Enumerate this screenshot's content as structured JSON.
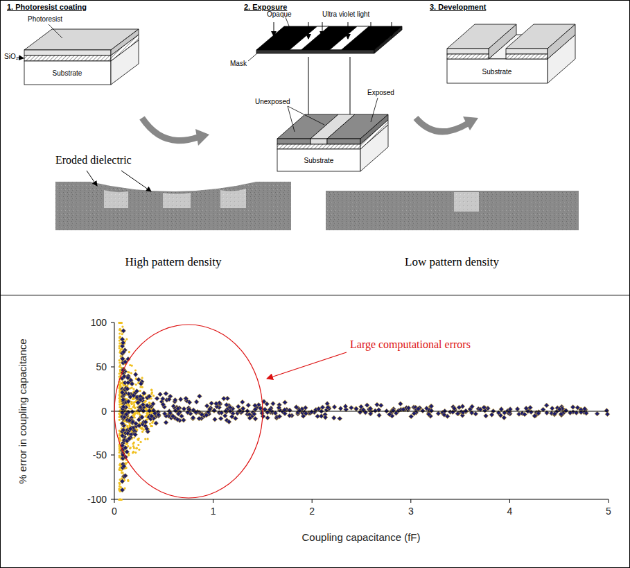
{
  "diagram": {
    "labels": [
      "1. Photoresist coating",
      "Photoresist",
      "SiO₂",
      "Substrate",
      "2. Exposure",
      "Opaque",
      "Ultra violet light",
      "Mask",
      "Unexposed",
      "Exposed",
      "Substrate",
      "3. Development",
      "Substrate",
      "Eroded dielectric",
      "High pattern density",
      "Low pattern density",
      "100",
      "50",
      "0",
      "-50",
      "-100",
      "0",
      "1",
      "2",
      "3",
      "4",
      "5",
      "% error in coupling capacitance",
      "Coupling capacitance (fF)",
      "Large computational errors"
    ]
  }
}
